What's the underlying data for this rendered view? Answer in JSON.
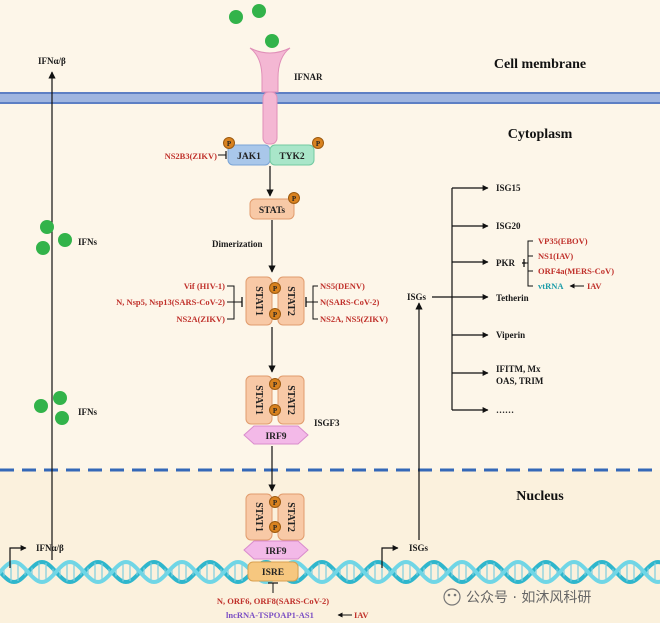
{
  "sections": {
    "membrane": "Cell membrane",
    "cytoplasm": "Cytoplasm",
    "nucleus": "Nucleus"
  },
  "receptor": {
    "ifnar": "IFNAR",
    "jak1": "JAK1",
    "tyk2": "TYK2",
    "p": "P"
  },
  "left": {
    "ifn_ab_top": "IFNα/β",
    "ifns_1": "IFNs",
    "ifns_2": "IFNs",
    "ifn_ab_bottom": "IFNα/β"
  },
  "pathway": {
    "stats": "STATs",
    "dimerization": "Dimerization",
    "stat1": "STAT1",
    "stat2": "STAT2",
    "irf9": "IRF9",
    "isgf3": "ISGF3",
    "isre": "ISRE",
    "isgs_nucleus": "ISGs",
    "isgs_cyto": "ISGs"
  },
  "inhibitors": {
    "ns2b3": "NS2B3(ZIKV)",
    "vif": "Vif (HIV-1)",
    "nsp": "N, Nsp5, Nsp13(SARS-CoV-2)",
    "ns2a": "NS2A(ZIKV)",
    "ns5_denv": "NS5(DENV)",
    "n_sars": "N(SARS-CoV-2)",
    "ns2a_ns5": "NS2A, NS5(ZIKV)",
    "isre_inh": "N, ORF6, ORF8(SARS-CoV-2)",
    "lnc": "lncRNA-TSPOAP1-AS1",
    "iav_lnc": "IAV"
  },
  "isg_list": {
    "isg15": "ISG15",
    "isg20": "ISG20",
    "pkr": "PKR",
    "vp35": "VP35(EBOV)",
    "ns1": "NS1(IAV)",
    "orf4a": "ORF4a(MERS-CoV)",
    "vtrna": "vtRNA",
    "iav_vt": "IAV",
    "tetherin": "Tetherin",
    "viperin": "Viperin",
    "ifitm_line1": "IFITM, Mx",
    "ifitm_line2": "OAS, TRIM",
    "more": "……"
  },
  "watermark": "公众号 · 如沐风科研",
  "colors": {
    "background": "#fdf6e9",
    "membrane": "#8fa8d8",
    "ifnar": "#f4b7d3",
    "jak1": "#a9c7ea",
    "tyk2": "#a9e6c9",
    "stat_box": "#f8c9a6",
    "irf9": "#f3b9e8",
    "isre": "#f6c77f",
    "phospho": "#d9821f",
    "ifn_dot": "#32b34a",
    "inhibitor_red": "#c0312b",
    "lnc_purple": "#7b4fc4",
    "vtrna_teal": "#1c9ca8",
    "nucleus_dash": "#3468b8",
    "dna_teal": "#38c1d6"
  }
}
